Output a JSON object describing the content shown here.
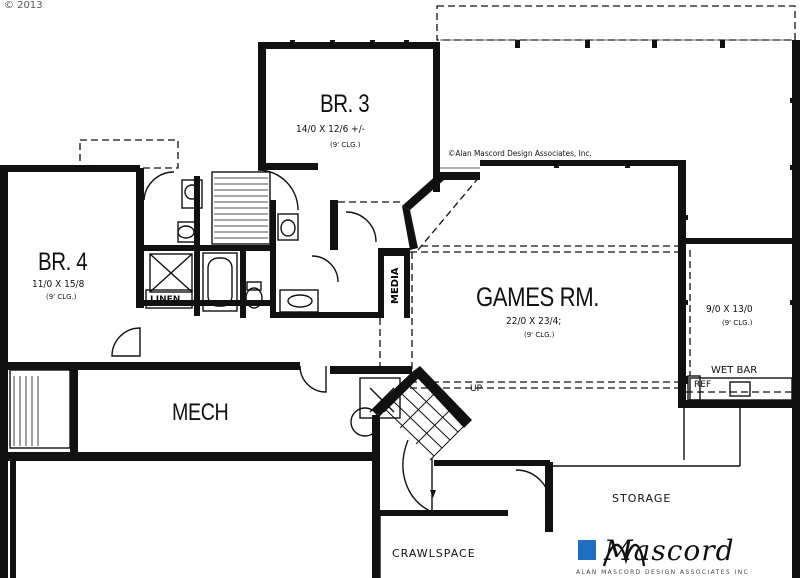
{
  "copyright": "© 2013",
  "credit": "©Alan Mascord Design Associates, Inc.",
  "rooms": {
    "br3": {
      "name": "BR. 3",
      "dims": "14/0 X 12/6 +/-",
      "ceiling": "(9' CLG.)"
    },
    "br4": {
      "name": "BR. 4",
      "dims": "11/0 X 15/8",
      "ceiling": "(9' CLG.)"
    },
    "games": {
      "name": "GAMES RM.",
      "dims": "22/0 X 23/4;",
      "ceiling": "(9' CLG.)"
    },
    "east": {
      "dims": "9/0 X 13/0",
      "ceiling": "(9' CLG.)"
    },
    "mech": {
      "name": "MECH"
    },
    "storage": {
      "name": "STORAGE"
    },
    "crawlspace": {
      "name": "CRAWLSPACE"
    }
  },
  "labels": {
    "linen": "LINEN",
    "media": "MEDIA",
    "wet_bar": "WET BAR",
    "ref": "REF",
    "up": "UP"
  },
  "logo": {
    "name": "Mascord",
    "tagline": "ALAN MASCORD DESIGN ASSOCIATES INC",
    "accent": "#1e6fc4"
  }
}
